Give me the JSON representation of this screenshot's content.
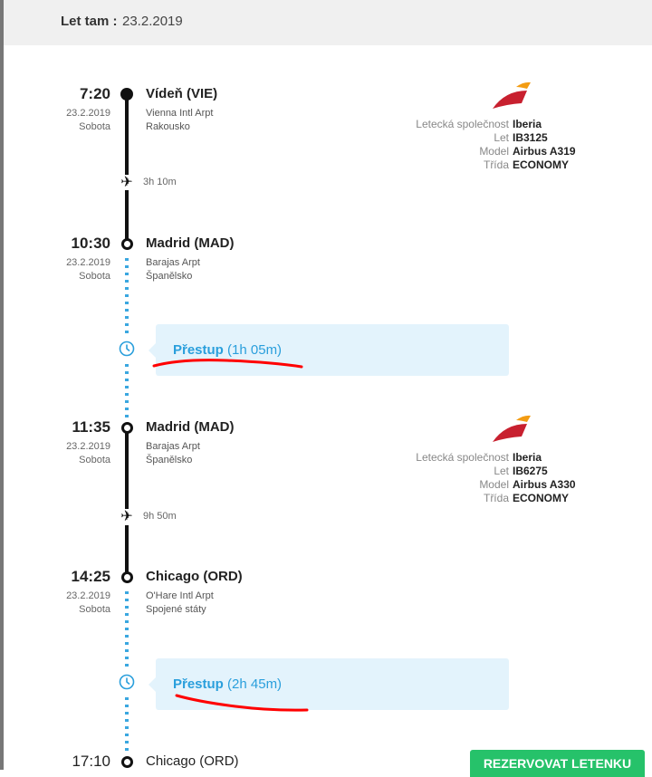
{
  "header": {
    "label": "Let tam :",
    "date": "23.2.2019"
  },
  "stops": [
    {
      "time": "7:20",
      "date": "23.2.2019",
      "day": "Sobota",
      "place": "Vídeň (VIE)",
      "airport": "Vienna Intl Arpt",
      "country": "Rakousko"
    },
    {
      "time": "10:30",
      "date": "23.2.2019",
      "day": "Sobota",
      "place": "Madrid (MAD)",
      "airport": "Barajas Arpt",
      "country": "Španělsko"
    },
    {
      "time": "11:35",
      "date": "23.2.2019",
      "day": "Sobota",
      "place": "Madrid (MAD)",
      "airport": "Barajas Arpt",
      "country": "Španělsko"
    },
    {
      "time": "14:25",
      "date": "23.2.2019",
      "day": "Sobota",
      "place": "Chicago (ORD)",
      "airport": "O'Hare Intl Arpt",
      "country": "Spojené státy"
    },
    {
      "time": "17:10",
      "place": "Chicago (ORD)"
    }
  ],
  "durations": [
    "3h 10m",
    "9h 50m"
  ],
  "transfers": [
    {
      "label": "Přestup",
      "dur": "(1h 05m)"
    },
    {
      "label": "Přestup",
      "dur": "(2h 45m)"
    }
  ],
  "flights": [
    {
      "l_airline": "Letecká společnost",
      "airline": "Iberia",
      "l_flight": "Let",
      "flight": "IB3125",
      "l_model": "Model",
      "model": "Airbus A319",
      "l_class": "Třída",
      "class": "ECONOMY"
    },
    {
      "l_airline": "Letecká společnost",
      "airline": "Iberia",
      "l_flight": "Let",
      "flight": "IB6275",
      "l_model": "Model",
      "model": "Airbus A330",
      "l_class": "Třída",
      "class": "ECONOMY"
    }
  ],
  "button": "REZERVOVAT LETENKU",
  "colors": {
    "accent": "#2a9fdc",
    "button": "#26c26a",
    "annotation": "#ff0000"
  }
}
